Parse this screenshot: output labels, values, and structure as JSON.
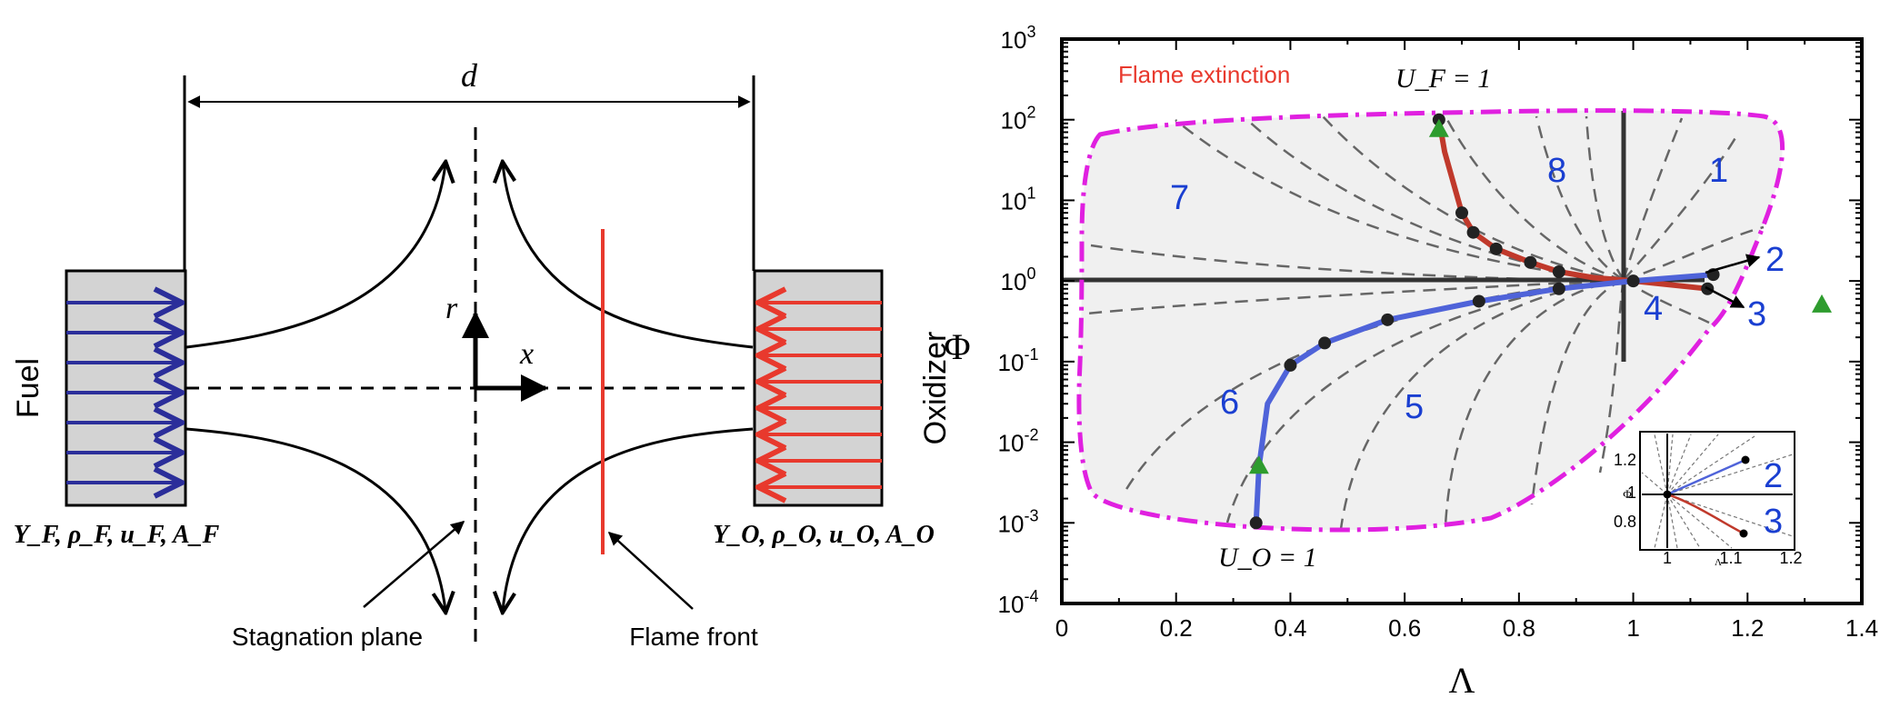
{
  "colors": {
    "fuel_arrows": "#2b2e9a",
    "oxidizer_arrows": "#e8392d",
    "flame_front": "#e8392d",
    "extinction_boundary": "#e020e0",
    "fuel_branch": "#c0392b",
    "oxidizer_branch": "#4f63d9",
    "region_labels": "#1a3fd1",
    "annotation_red": "#e8392d",
    "marker_triangle": "#2e9c2e",
    "nozzle_fill": "#d3d3d3",
    "domain_fill": "#f0f0f0"
  },
  "schematic": {
    "distance_label": "d",
    "fuel_label": "Fuel",
    "oxidizer_label": "Oxidizer",
    "r_axis": "r",
    "x_axis": "x",
    "fuel_props": "Y_F, ρ_F, u_F, A_F",
    "oxidizer_props": "Y_O, ρ_O, u_O, A_O",
    "stagnation_label": "Stagnation plane",
    "flame_label": "Flame front"
  },
  "plot": {
    "xlabel": "Λ",
    "ylabel": "Φ",
    "x_ticks": [
      "0",
      "0.2",
      "0.4",
      "0.6",
      "0.8",
      "1",
      "1.2",
      "1.4"
    ],
    "y_tick_exponents": [
      "3",
      "2",
      "1",
      "0",
      "-1",
      "-2",
      "-3",
      "-4"
    ],
    "y_tick_base": "10",
    "extinction_label": "Flame extinction",
    "uf_label": "U_F = 1",
    "uo_label": "U_O = 1",
    "regions": [
      "1",
      "2",
      "3",
      "4",
      "5",
      "6",
      "7",
      "8"
    ],
    "inset": {
      "x_ticks": [
        "1",
        "1.1",
        "1.2"
      ],
      "y_ticks": [
        "1.2",
        "1",
        "0.8"
      ],
      "xlabel": "Λ",
      "ylabel": "Φ",
      "labels": [
        "2",
        "3"
      ]
    }
  },
  "chart_data": {
    "type": "line",
    "xlim": [
      0,
      1.4
    ],
    "ylim": [
      0.0001,
      1000
    ],
    "yscale": "log",
    "xlabel": "Λ",
    "ylabel": "Φ",
    "series": [
      {
        "x": [
          0.66,
          0.67,
          0.7,
          0.72,
          0.76,
          0.82,
          0.87,
          0.93,
          1.0,
          1.13
        ],
        "y": [
          100,
          40,
          7,
          4,
          2.5,
          1.7,
          1.3,
          1.1,
          1.0,
          0.8
        ]
      },
      {
        "x": [
          0.34,
          0.345,
          0.36,
          0.4,
          0.46,
          0.57,
          0.73,
          0.87,
          1.0,
          1.14
        ],
        "y": [
          0.001,
          0.005,
          0.03,
          0.09,
          0.17,
          0.33,
          0.56,
          0.8,
          1.0,
          1.2
        ]
      }
    ],
    "markers": {
      "circles": [
        [
          0.66,
          100
        ],
        [
          0.7,
          7
        ],
        [
          0.72,
          4
        ],
        [
          0.76,
          2.5
        ],
        [
          0.82,
          1.7
        ],
        [
          0.87,
          1.3
        ],
        [
          1.0,
          1.0
        ],
        [
          1.13,
          0.8
        ],
        [
          1.14,
          1.2
        ],
        [
          0.34,
          0.001
        ],
        [
          0.4,
          0.09
        ],
        [
          0.46,
          0.17
        ],
        [
          0.57,
          0.33
        ],
        [
          0.73,
          0.56
        ],
        [
          0.87,
          0.8
        ]
      ],
      "triangles": [
        [
          0.66,
          75
        ],
        [
          0.345,
          0.005
        ],
        [
          1.33,
          0.5
        ]
      ]
    }
  }
}
